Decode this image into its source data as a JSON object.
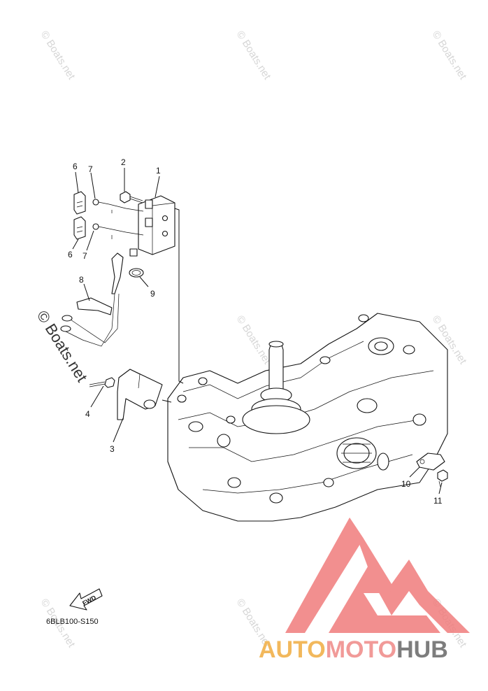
{
  "watermarks": {
    "small_text": "© Boats.net",
    "large_text": "© Boats.net"
  },
  "callouts": [
    "1",
    "2",
    "3",
    "4",
    "6",
    "6",
    "7",
    "7",
    "8",
    "9",
    "10",
    "11"
  ],
  "fwd_label": "FWD",
  "diagram_code": "6BLB100-S150",
  "brand": {
    "part1": "AUTO",
    "part2": "MOTO",
    "part3": "HUB",
    "color_auto": "#f2b85c",
    "color_moto": "#f19a98",
    "color_hub": "#7d7d7d",
    "logo_color": "#f07c7c"
  }
}
